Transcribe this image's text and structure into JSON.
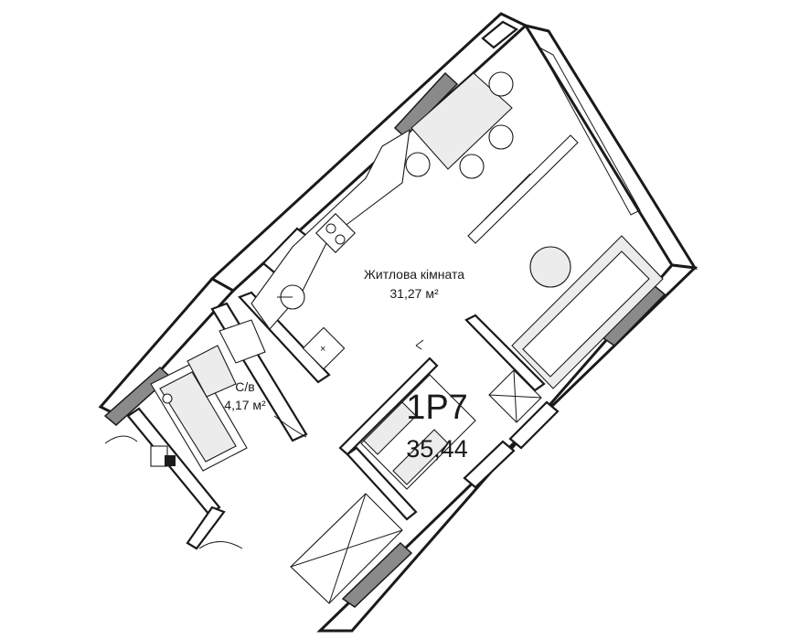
{
  "rooms": {
    "living": {
      "name": "Житлова кімната",
      "area": "31,27 м²"
    },
    "bathroom": {
      "name": "С/в",
      "area": "4,17 м²"
    }
  },
  "apartment": {
    "code": "1Р7",
    "total_area": "35,44"
  },
  "colors": {
    "wall": "#1a1a1a",
    "wall_hatch": "#8a8a8a",
    "furniture_fill": "#ececec",
    "background": "#ffffff"
  }
}
